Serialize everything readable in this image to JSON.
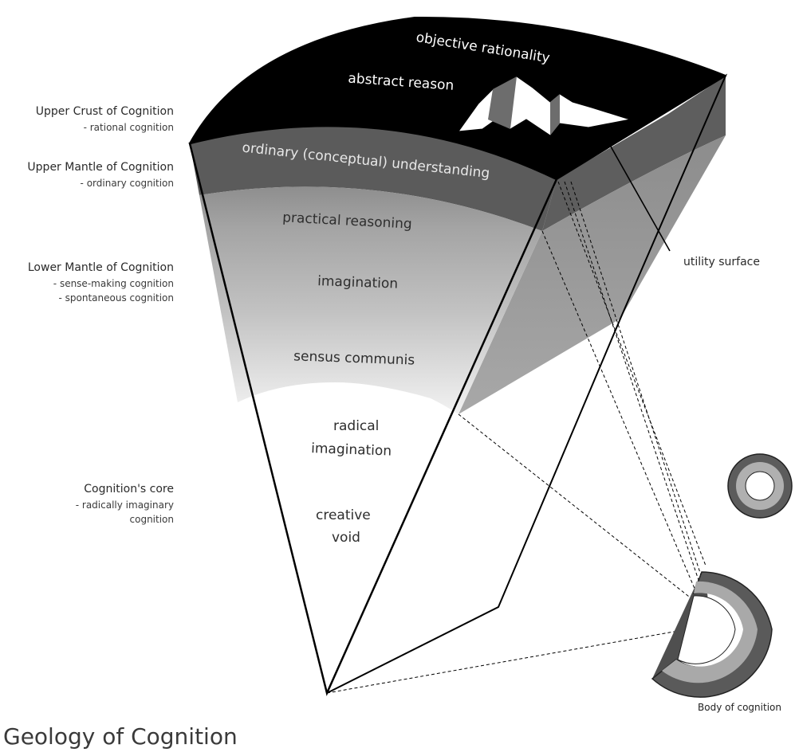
{
  "title": "Geology of Cognition",
  "left_annotations": {
    "upper_crust": {
      "title": "Upper Crust of Cognition",
      "subs": [
        "- rational cognition"
      ]
    },
    "upper_mantle": {
      "title": "Upper Mantle of Cognition",
      "subs": [
        "- ordinary cognition"
      ]
    },
    "lower_mantle": {
      "title": "Lower Mantle of Cognition",
      "subs": [
        "- sense-making cognition",
        "- spontaneous cognition"
      ]
    },
    "core": {
      "title": "Cognition's core",
      "subs": [
        "- radically imaginary",
        "cognition"
      ]
    }
  },
  "top_surface": {
    "labels": [
      "objective rationality",
      "abstract reason"
    ]
  },
  "layers": {
    "ordinary": "ordinary (conceptual) understanding",
    "practical": "practical reasoning",
    "imagination": "imagination",
    "sensus": "sensus communis",
    "radical": [
      "radical",
      "imagination"
    ],
    "creative": [
      "creative",
      "void"
    ]
  },
  "right_labels": {
    "utility_surface": "utility surface",
    "body": "Body of cognition"
  },
  "colors": {
    "crust": "#000000",
    "upper_mantle": "#5a5a5a",
    "side_face": "#9a9a9a",
    "ring_dark": "#6a6a6a",
    "ring_light": "#b0b0b0"
  }
}
